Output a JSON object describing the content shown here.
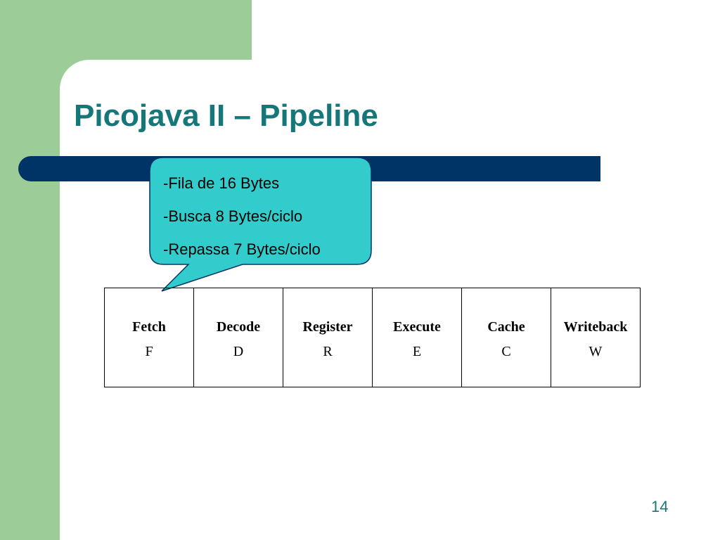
{
  "slide": {
    "title": "Picojava II – Pipeline",
    "callout_lines": [
      "-Fila de 16 Bytes",
      "-Busca 8 Bytes/ciclo",
      "-Repassa 7 Bytes/ciclo"
    ],
    "pipeline_stages": [
      {
        "name": "Fetch",
        "abbr": "F"
      },
      {
        "name": "Decode",
        "abbr": "D"
      },
      {
        "name": "Register",
        "abbr": "R"
      },
      {
        "name": "Execute",
        "abbr": "E"
      },
      {
        "name": "Cache",
        "abbr": "C"
      },
      {
        "name": "Writeback",
        "abbr": "W"
      }
    ],
    "page_number": "14"
  },
  "colors": {
    "frame_green": "#9ccc98",
    "title_teal": "#16777a",
    "rule_navy": "#003366",
    "callout_fill": "#33cccc"
  }
}
